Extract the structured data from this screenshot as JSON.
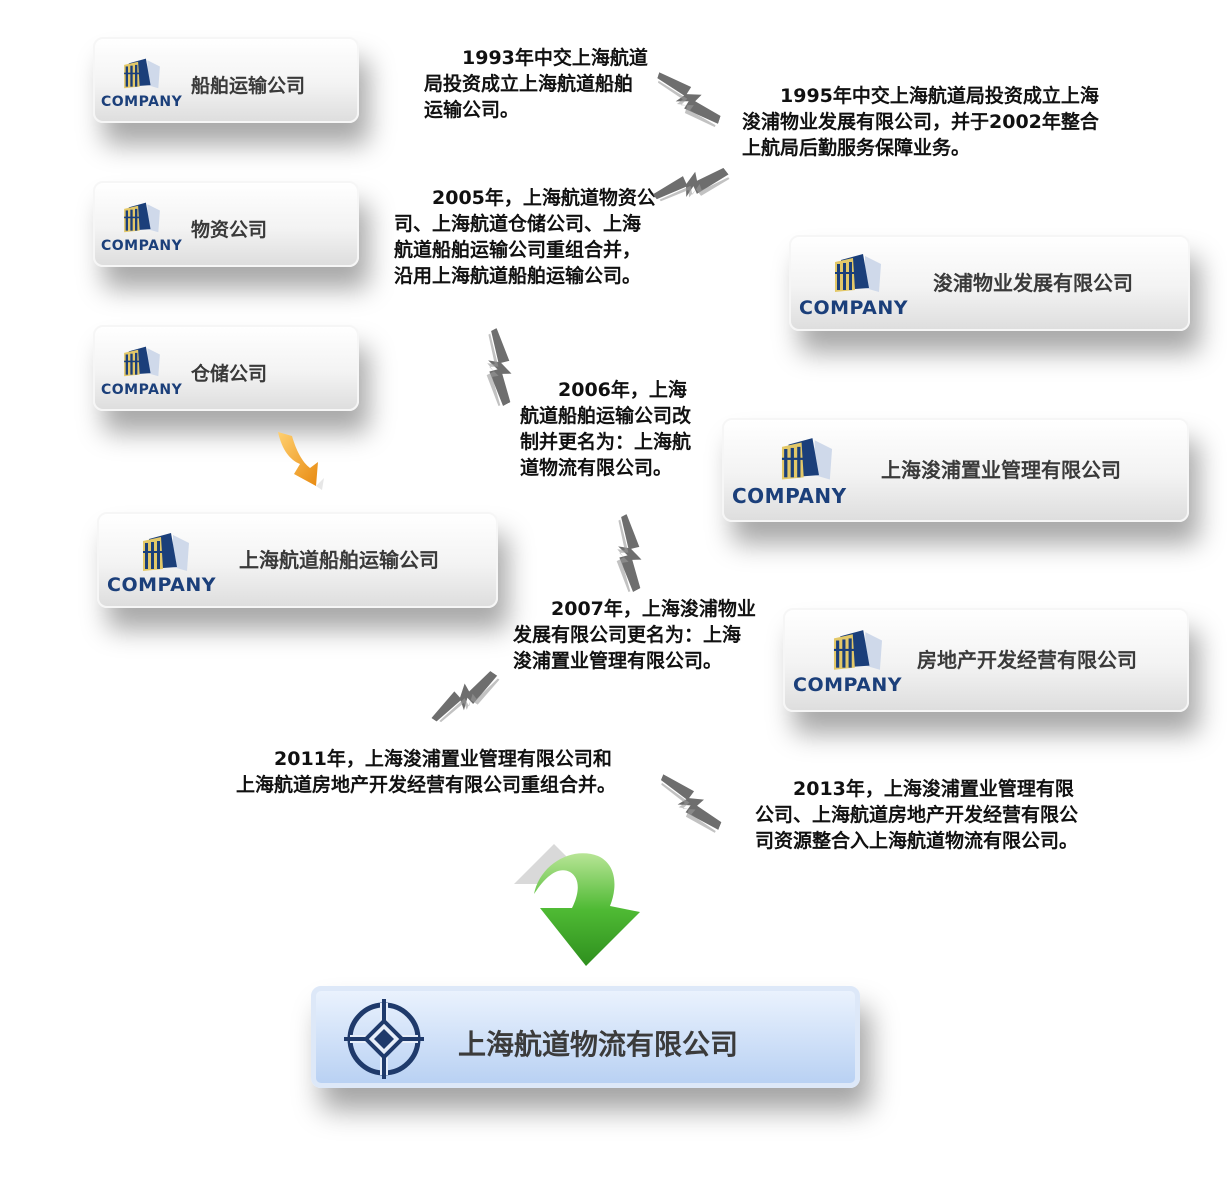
{
  "logo_word": "COMPANY",
  "left_companies": [
    "船舶运输公司",
    "物资公司",
    "仓储公司",
    "上海航道船舶运输公司"
  ],
  "right_companies": [
    "浚浦物业发展有限公司",
    "上海浚浦置业管理有限公司",
    "房地产开发经营有限公司"
  ],
  "final_company": "上海航道物流有限公司",
  "notes": [
    "1993年中交上海航道局投资成立上海航道船舶运输公司。",
    "1995年中交上海航道局投资成立上海浚浦物业发展有限公司，并于2002年整合上航局后勤服务保障业务。",
    "2005年，上海航道物资公司、上海航道仓储公司、上海航道船舶运输公司重组合并，沿用上海航道船舶运输公司。",
    "2006年，上海航道船舶运输公司改制并更名为：上海航道物流有限公司。",
    "2007年，上海浚浦物业发展有限公司更名为：上海浚浦置业管理有限公司。",
    "2011年，上海浚浦置业管理有限公司和上海航道房地产开发经营有限公司重组合并。",
    "2013年，上海浚浦置业管理有限公司、上海航道房地产开发经营有限公司资源整合入上海航道物流有限公司。"
  ],
  "colors": {
    "logo_blue": "#1b3f7a",
    "logo_gold": "#e3c868",
    "card_text": "#3a3a3a",
    "connector_grey": "#6e6e6e",
    "arrow_orange": "#f4a21c",
    "arrow_green": "#3fae2a",
    "final_box_blue": "#c8dcf6",
    "emblem_navy": "#1f3a6b"
  },
  "icons": {
    "company_logo": "building-logo",
    "connector": "zigzag-connector",
    "small_arrow": "curved-down-arrow",
    "big_arrow": "curved-down-arrow",
    "emblem": "cccc-emblem"
  }
}
